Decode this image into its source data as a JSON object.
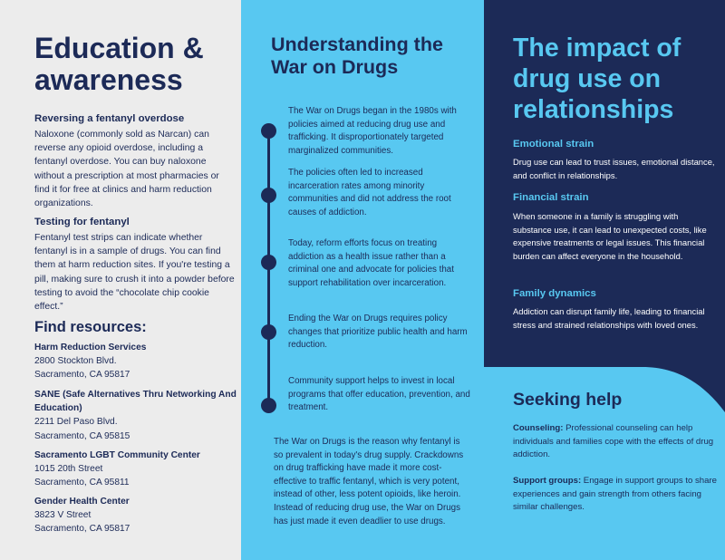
{
  "education": {
    "title": "Education & awareness",
    "overdose_heading": "Reversing a fentanyl overdose",
    "overdose_text": "Naloxone (commonly sold as Narcan) can reverse any opioid overdose, including a fentanyl overdose. You can buy naloxone without a prescription at most pharmacies or find it for free at clinics and harm reduction organizations.",
    "testing_heading": "Testing for fentanyl",
    "testing_text": "Fentanyl test strips can indicate whether fentanyl is in a sample of drugs. You can find them at harm reduction sites. If you're testing a pill, making sure to crush it into a powder before testing to avoid the “chocolate chip cookie effect.”",
    "resources_heading": "Find resources:",
    "resources": [
      {
        "name": "Harm Reduction Services",
        "line1": "2800 Stockton Blvd.",
        "line2": "Sacramento, CA 95817"
      },
      {
        "name": "SANE (Safe Alternatives Thru Networking And Education)",
        "line1": "2211 Del Paso Blvd.",
        "line2": "Sacramento, CA 95815"
      },
      {
        "name": "Sacramento LGBT Community Center",
        "line1": "1015 20th Street",
        "line2": "Sacramento, CA 95811"
      },
      {
        "name": "Gender Health Center",
        "line1": "3823 V Street",
        "line2": "Sacramento, CA 95817"
      }
    ]
  },
  "war": {
    "title": "Understanding the War on Drugs",
    "timeline": [
      "The War on Drugs began in the 1980s with policies aimed at reducing drug use and trafficking. It disproportionately targeted marginalized communities.",
      "The policies often led to increased incarceration rates among minority communities and did not address the root causes of addiction.",
      "Today, reform efforts focus on treating addiction as a health issue rather than a criminal one and advocate for policies that support rehabilitation over incarceration.",
      "Ending the War on Drugs requires policy changes that prioritize public health and harm reduction.",
      "Community support helps to invest in local programs that offer education, prevention, and treatment."
    ],
    "final": "The War on Drugs is the reason why fentanyl is so prevalent in today's drug supply. Crackdowns on drug trafficking have made it more cost-effective to traffic fentanyl, which is very potent, instead of other, less potent opioids, like heroin. Instead of reducing drug use, the War on Drugs has just made it even deadlier to use drugs."
  },
  "impact": {
    "title": "The impact of drug use on relationships",
    "sections": [
      {
        "heading": "Emotional strain",
        "text": "Drug use can lead to trust issues, emotional distance, and conflict in relationships."
      },
      {
        "heading": "Financial strain",
        "text": "When someone in a family is struggling with substance use, it can lead to unexpected costs, like expensive treatments or legal issues. This financial burden can affect everyone in the household."
      },
      {
        "heading": "Family dynamics",
        "text": "Addiction can disrupt family life, leading to financial stress and strained relationships with loved ones."
      }
    ]
  },
  "help": {
    "title": "Seeking help",
    "counseling_label": "Counseling:",
    "counseling_text": " Professional counseling can help individuals and families cope with the effects of drug addiction.",
    "support_label": "Support groups:",
    "support_text": " Engage in support groups to share experiences and gain strength from others facing similar challenges."
  },
  "colors": {
    "navy": "#1c2a57",
    "sky": "#58c8f1",
    "light_gray": "#ececec"
  }
}
